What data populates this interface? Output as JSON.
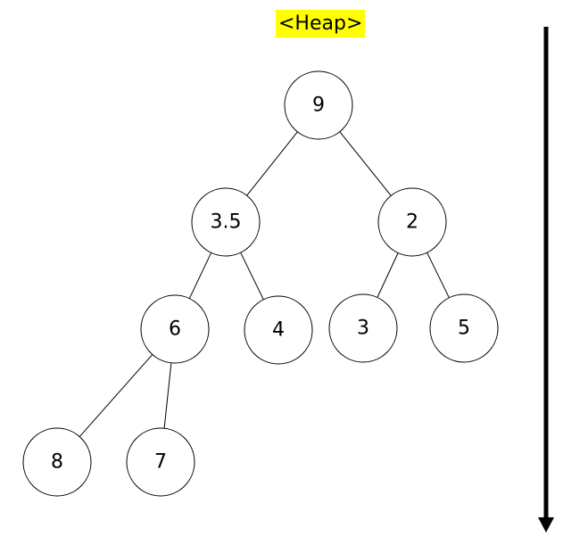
{
  "title": "<Heap>",
  "colors": {
    "title_highlight": "#ffff00",
    "stroke": "#000000",
    "node_fill": "#ffffff"
  },
  "nodes": [
    {
      "id": "n0",
      "label": "9"
    },
    {
      "id": "n1",
      "label": "3.5"
    },
    {
      "id": "n2",
      "label": "2"
    },
    {
      "id": "n3",
      "label": "6"
    },
    {
      "id": "n4",
      "label": "4"
    },
    {
      "id": "n5",
      "label": "3"
    },
    {
      "id": "n6",
      "label": "5"
    },
    {
      "id": "n7",
      "label": "8"
    },
    {
      "id": "n8",
      "label": "7"
    }
  ],
  "edges": [
    {
      "from": "n0",
      "to": "n1"
    },
    {
      "from": "n0",
      "to": "n2"
    },
    {
      "from": "n1",
      "to": "n3"
    },
    {
      "from": "n1",
      "to": "n4"
    },
    {
      "from": "n2",
      "to": "n5"
    },
    {
      "from": "n2",
      "to": "n6"
    },
    {
      "from": "n3",
      "to": "n7"
    },
    {
      "from": "n3",
      "to": "n8"
    }
  ],
  "direction_arrow": "down"
}
